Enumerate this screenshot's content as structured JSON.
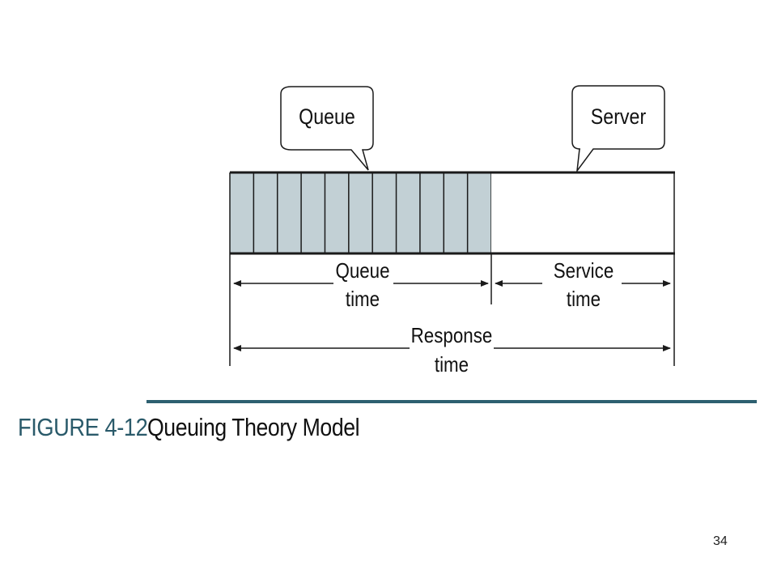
{
  "diagram": {
    "callouts": {
      "queue": "Queue",
      "server": "Server"
    },
    "spans": {
      "queue_time": [
        "Queue",
        "time"
      ],
      "service_time": [
        "Service",
        "time"
      ],
      "response_time": [
        "Response",
        "time"
      ]
    },
    "queue_slots": 11,
    "colors": {
      "queue_fill": "#c2d0d5",
      "line": "#1a1a1a",
      "rule": "#2e6070",
      "figure_number": "#2a5a6a"
    }
  },
  "caption": {
    "figure_number": "FIGURE 4-12",
    "title": "Queuing Theory Model"
  },
  "page_number": "34"
}
